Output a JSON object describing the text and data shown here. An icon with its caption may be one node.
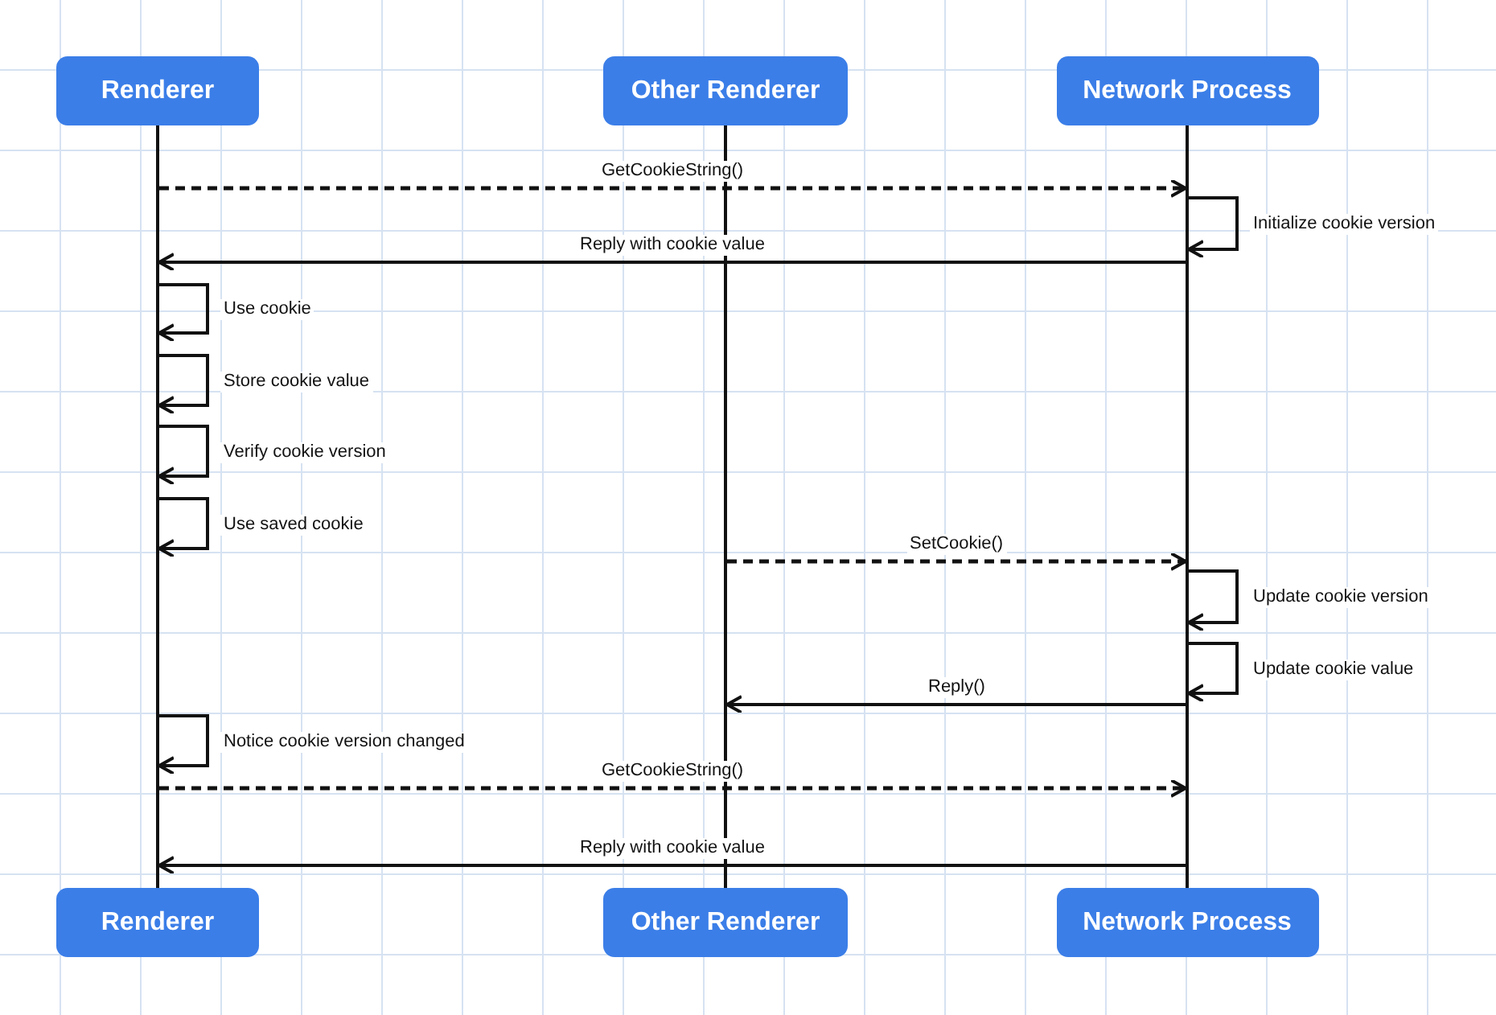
{
  "diagram": {
    "nodes": [
      {
        "text": [
          "Renderer"
        ]
      },
      {
        "text": [
          "Other Renderer"
        ]
      },
      {
        "text": [
          "Network Process"
        ]
      },
      {
        "text": [],
        "shape": "bar"
      },
      {
        "text": [],
        "shape": "bar"
      },
      {
        "text": [],
        "shape": "bar"
      },
      {
        "text": [
          "Renderer"
        ]
      },
      {
        "text": [
          "Other Renderer"
        ]
      },
      {
        "text": [
          "Network Process"
        ]
      }
    ],
    "edges": [
      {
        "from": 3,
        "to": 5,
        "arrow": "to",
        "style": "dashed",
        "label": "GetCookieString()"
      },
      {
        "from": 5,
        "to": 5,
        "arrow": "to",
        "label": "Initialize cookie version"
      },
      {
        "from": 5,
        "to": 3,
        "arrow": "to",
        "label": "Reply with cookie value"
      },
      {
        "from": 3,
        "to": 3,
        "arrow": "to",
        "label": "Use cookie"
      },
      {
        "from": 3,
        "to": 3,
        "arrow": "to",
        "label": "Store cookie value"
      },
      {
        "from": 3,
        "to": 3,
        "arrow": "to",
        "label": "Verify cookie version"
      },
      {
        "from": 3,
        "to": 3,
        "arrow": "to",
        "label": "Use saved cookie"
      },
      {
        "from": 4,
        "to": 5,
        "arrow": "to",
        "style": "dashed",
        "label": "SetCookie()"
      },
      {
        "from": 5,
        "to": 5,
        "arrow": "to",
        "label": "Update cookie version"
      },
      {
        "from": 5,
        "to": 5,
        "arrow": "to",
        "label": "Update cookie value"
      },
      {
        "from": 5,
        "to": 4,
        "arrow": "to",
        "label": "Reply()"
      },
      {
        "from": 3,
        "to": 3,
        "arrow": "to",
        "label": "Notice cookie version changed"
      },
      {
        "from": 3,
        "to": 5,
        "arrow": "to",
        "style": "dashed",
        "label": "GetCookieString()"
      },
      {
        "from": 5,
        "to": 3,
        "arrow": "to",
        "label": "Reply with cookie value"
      }
    ]
  }
}
